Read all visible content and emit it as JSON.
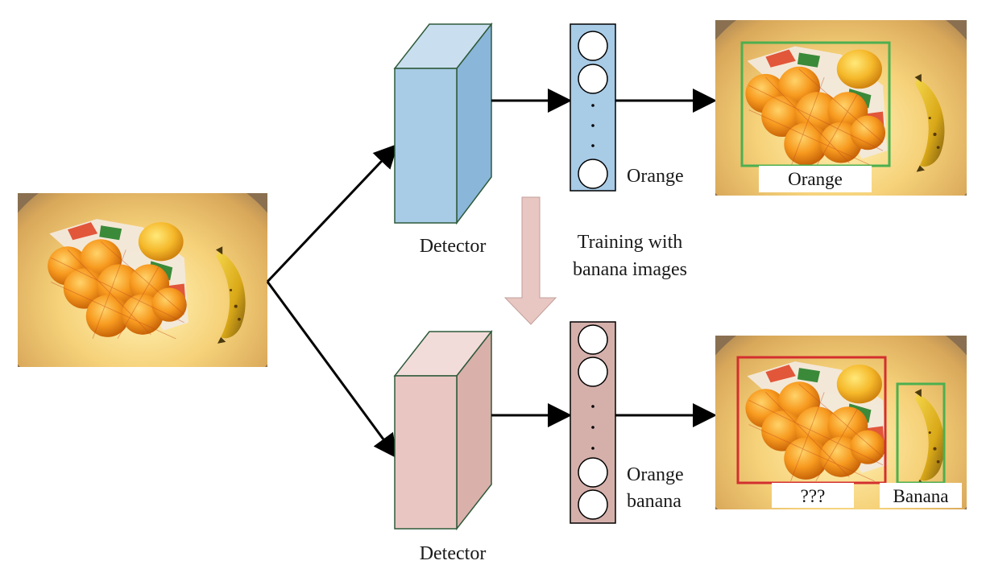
{
  "top": {
    "detector_label": "Detector",
    "output_label": "Orange",
    "result_box_label": "Orange"
  },
  "transition": {
    "line1": "Training with",
    "line2": "banana images"
  },
  "bottom": {
    "detector_label": "Detector",
    "output_line1": "Orange",
    "output_line2": "banana",
    "unknown_box_label": "???",
    "banana_box_label": "Banana"
  },
  "colors": {
    "detector_top_fill": "#a8cbe6",
    "detector_bottom_fill": "#e9c6c2",
    "vector_top_fill": "#a8cbe6",
    "vector_bottom_fill": "#d5b0ab",
    "training_arrow_fill": "#e8c6c2",
    "box_correct": "#4caf50",
    "box_wrong": "#d32f2f"
  }
}
